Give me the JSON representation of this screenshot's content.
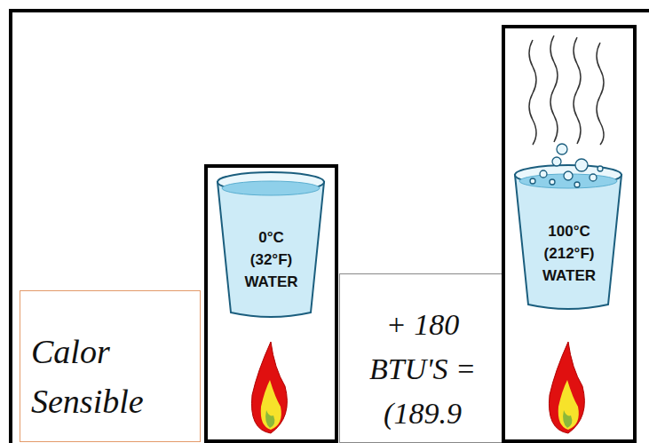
{
  "diagram": {
    "nodes": [
      {
        "text": [
          "Calor Sensible"
        ]
      },
      {
        "text": [
          "0°C (32°F) WATER"
        ]
      },
      {
        "text": [
          "+ 180 BTU'S = (189.9"
        ]
      },
      {
        "text": [
          "100°C (212°F) WATER"
        ]
      }
    ]
  }
}
